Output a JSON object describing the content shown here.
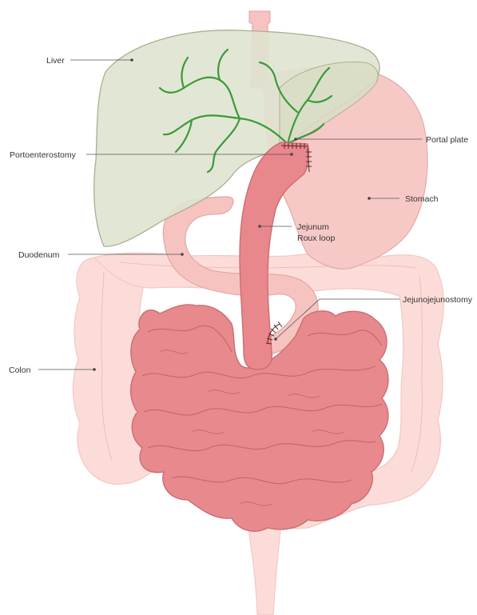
{
  "labels": {
    "liver": "Liver",
    "portoenterostomy": "Portoenterostomy",
    "portal_plate": "Portal plate",
    "stomach": "Stomach",
    "jejunum_line1": "Jejunum",
    "jejunum_line2": "Roux loop",
    "duodenum": "Duodenum",
    "jejunojejunostomy": "Jejunojejunostomy",
    "colon": "Colon"
  },
  "colors": {
    "liver_fill": "#dfe3cf",
    "liver_stroke": "#a9b08d",
    "bile_duct": "#3a9a3a",
    "stomach_fill": "#f7c9c6",
    "jejunum_fill": "#e8878c",
    "small_intestine_fill": "#e7898d",
    "colon_fill": "#fbdcd8",
    "esophagus_fill": "#f6c3c0"
  }
}
